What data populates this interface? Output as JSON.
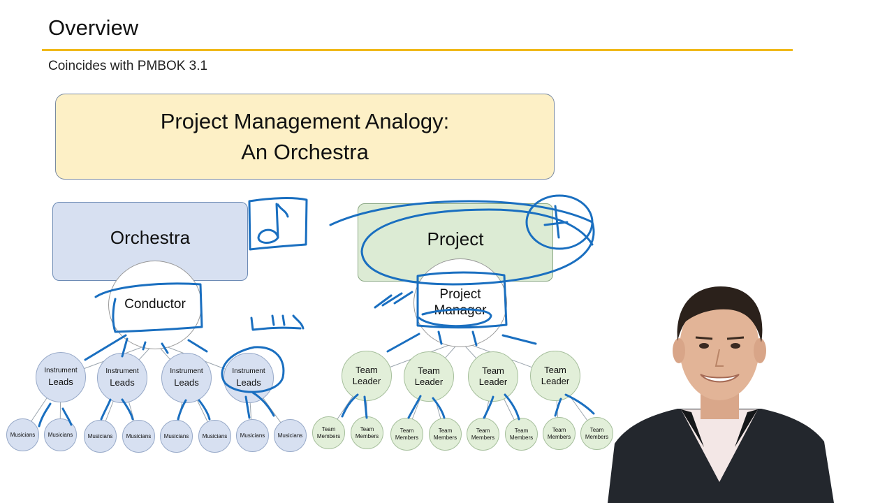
{
  "slide": {
    "title": "Overview",
    "subtitle": "Coincides with PMBOK 3.1",
    "rule_color": "#f0b91a"
  },
  "banner": {
    "line1": "Project Management Analogy:",
    "line2": "An Orchestra"
  },
  "orchestra": {
    "label": "Orchestra",
    "leader": "Conductor",
    "leads": [
      {
        "line1": "Instrument",
        "line2": "Leads"
      },
      {
        "line1": "Instrument",
        "line2": "Leads"
      },
      {
        "line1": "Instrument",
        "line2": "Leads"
      },
      {
        "line1": "Instrument",
        "line2": "Leads"
      }
    ],
    "members": [
      "Musicians",
      "Musicians",
      "Musicians",
      "Musicians",
      "Musicians",
      "Musicians",
      "Musicians",
      "Musicians"
    ]
  },
  "project": {
    "label": "Project",
    "leader_line1": "Project",
    "leader_line2": "Manager",
    "leads": [
      {
        "line1": "Team",
        "line2": "Leader"
      },
      {
        "line1": "Team",
        "line2": "Leader"
      },
      {
        "line1": "Team",
        "line2": "Leader"
      },
      {
        "line1": "Team",
        "line2": "Leader"
      }
    ],
    "members": [
      {
        "line1": "Team",
        "line2": "Members"
      },
      {
        "line1": "Team",
        "line2": "Members"
      },
      {
        "line1": "Team",
        "line2": "Members"
      },
      {
        "line1": "Team",
        "line2": "Members"
      },
      {
        "line1": "Team",
        "line2": "Members"
      },
      {
        "line1": "Team",
        "line2": "Members"
      },
      {
        "line1": "Team",
        "line2": "Members"
      },
      {
        "line1": "Team",
        "line2": "Members"
      }
    ]
  },
  "colors": {
    "orchestra_fill": "#d7e0f1",
    "project_fill": "#dcebd4",
    "banner_fill": "#fdf0c6",
    "ink": "#1a6fc0"
  }
}
